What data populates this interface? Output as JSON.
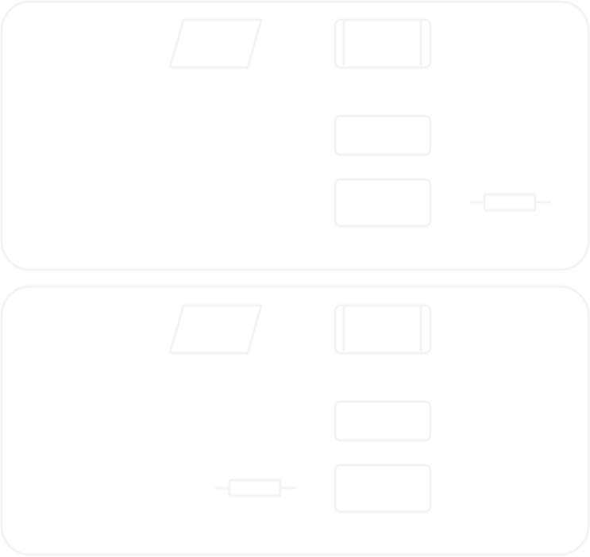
{
  "diagram": {
    "stroke_color": "#f3f3f3",
    "background": "#ffffff",
    "panels": [
      {
        "name": "panel-top",
        "shapes": [
          "parallelogram",
          "double-border-box",
          "rounded-box",
          "rounded-box",
          "connector-resistor"
        ]
      },
      {
        "name": "panel-bottom",
        "shapes": [
          "parallelogram",
          "double-border-box",
          "rounded-box",
          "rounded-box",
          "connector-resistor"
        ]
      }
    ]
  }
}
